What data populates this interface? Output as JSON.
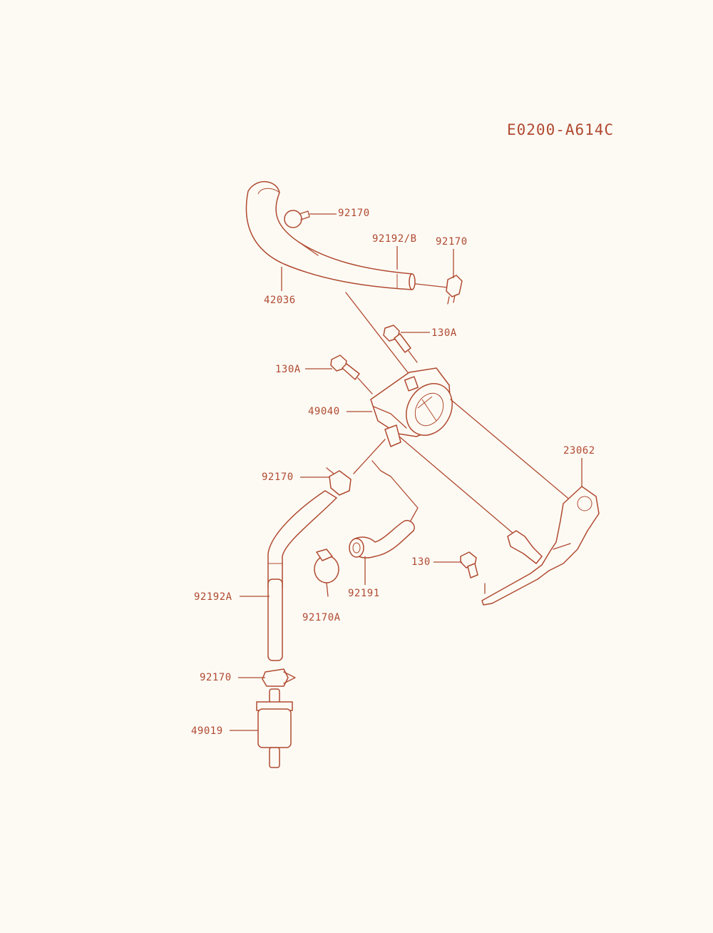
{
  "diagram_code": "E0200-A614C",
  "callouts": [
    {
      "id": "clamp-top-left",
      "number": "92170"
    },
    {
      "id": "hose-b",
      "number": "92192/B"
    },
    {
      "id": "clamp-top-right",
      "number": "92170"
    },
    {
      "id": "hose-main",
      "number": "42036"
    },
    {
      "id": "bolt-upper-right",
      "number": "130A"
    },
    {
      "id": "bolt-upper-left",
      "number": "130A"
    },
    {
      "id": "fuel-pump",
      "number": "49040"
    },
    {
      "id": "bracket",
      "number": "23062"
    },
    {
      "id": "clamp-mid",
      "number": "92170"
    },
    {
      "id": "bolt-bracket",
      "number": "130"
    },
    {
      "id": "hose-elbow",
      "number": "92191"
    },
    {
      "id": "hose-a",
      "number": "92192A"
    },
    {
      "id": "clamp-a",
      "number": "92170A"
    },
    {
      "id": "clamp-lower",
      "number": "92170"
    },
    {
      "id": "fuel-filter",
      "number": "49019"
    }
  ],
  "colors": {
    "line": "#b04a30",
    "paper": "#fdfaf4"
  }
}
